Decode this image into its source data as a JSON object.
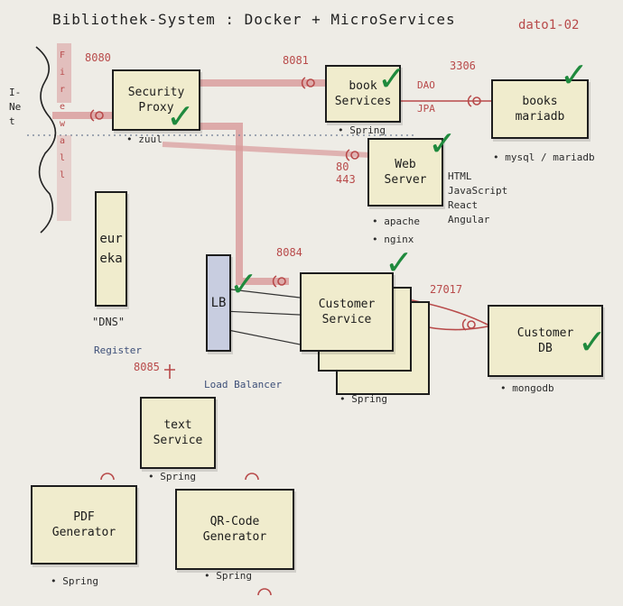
{
  "title": "Bibliothek-System : Docker + MicroServices",
  "date": "dato1-02",
  "internet_label": "I-Net",
  "firewall_label": "Firewall",
  "colors": {
    "wire": "#d89a9a",
    "wire_dark": "#b84a4a",
    "check": "#1f8a3d",
    "box": "#f0eccd",
    "ink": "#1d1d1d"
  },
  "components": {
    "security_proxy": {
      "label": "Security\nProxy",
      "port": "8080",
      "notes": [
        "• zuul"
      ]
    },
    "book_services": {
      "label": "book\nServices",
      "port": "8081",
      "notes": [
        "• Spring"
      ],
      "annotation": "DAO\nJPA"
    },
    "books_db": {
      "label": "books\nmariadb",
      "port": "3306",
      "notes": [
        "• mysql / mariadb"
      ]
    },
    "web_server": {
      "label": "Web\nServer",
      "port": "80\n443",
      "notes": [
        "• apache",
        "• nginx"
      ],
      "tech": [
        "HTML",
        "JavaScript",
        "React",
        "Angular"
      ]
    },
    "eureka": {
      "label": "eureka",
      "notes": [
        "\"DNS\""
      ],
      "sub": "Register"
    },
    "load_balancer": {
      "label": "LB",
      "notes": [
        "Load Balancer"
      ]
    },
    "customer_service": {
      "label": "Customer\nService",
      "port": "8084",
      "notes": [
        "• Spring"
      ]
    },
    "customer_db": {
      "label": "Customer\nDB",
      "port": "27017",
      "notes": [
        "• mongodb"
      ]
    },
    "text_service": {
      "label": "text\nService",
      "port": "8085",
      "notes": [
        "• Spring"
      ]
    },
    "pdf_generator": {
      "label": "PDF\nGenerator",
      "notes": [
        "• Spring"
      ]
    },
    "qr_generator": {
      "label": "QR-Code\nGenerator",
      "notes": [
        "• Spring"
      ]
    }
  }
}
